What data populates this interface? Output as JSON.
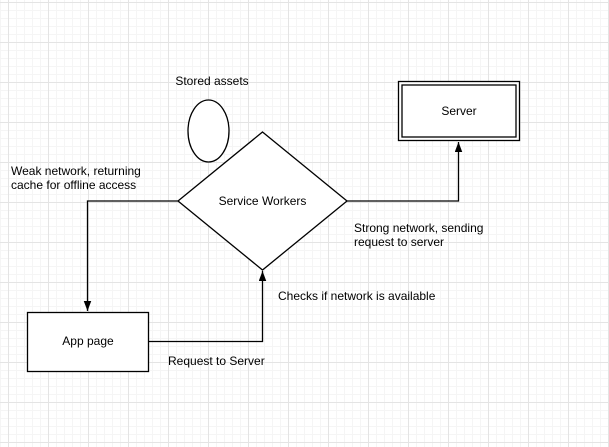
{
  "canvas": {
    "background": "#ffffff",
    "grid_minor_color": "#f5f5f5",
    "grid_major_color": "#e4e4e4",
    "stroke_color": "#000000",
    "text_color": "#000000"
  },
  "nodes": {
    "stored_assets": {
      "label": "Stored assets",
      "shape": "ellipse"
    },
    "service_workers": {
      "label": "Service Workers",
      "shape": "diamond"
    },
    "server": {
      "label": "Server",
      "shape": "double-rectangle"
    },
    "app_page": {
      "label": "App page",
      "shape": "rectangle"
    }
  },
  "edges": {
    "weak_network": {
      "label": "Weak network, returning\ncache for offline access",
      "from": "service_workers",
      "to": "app_page"
    },
    "request_to_server": {
      "label": "Request to Server",
      "from": "app_page",
      "to": "service_workers"
    },
    "checks_network": {
      "label": "Checks if network is available",
      "from": "app_page",
      "to": "service_workers"
    },
    "strong_network": {
      "label": "Strong network, sending\nrequest to server",
      "from": "service_workers",
      "to": "server"
    }
  }
}
